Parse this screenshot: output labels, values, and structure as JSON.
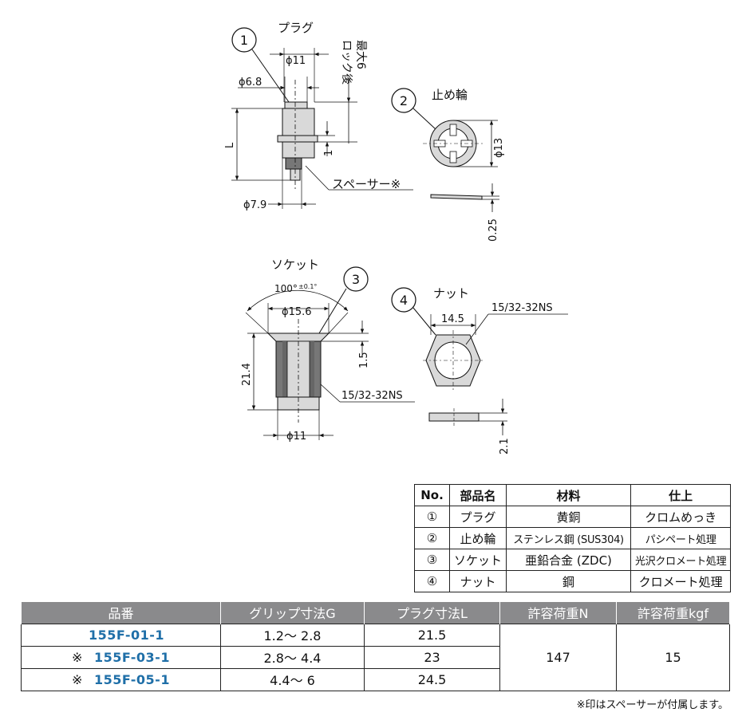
{
  "drawings": {
    "plug": {
      "title": "プラグ",
      "callout": "1",
      "dim_top": "ϕ11",
      "dim_tip": "ϕ6.8",
      "dim_base": "ϕ7.9",
      "dim_length": "L",
      "dim_gap": "1",
      "lock_note_line1": "ロック後",
      "lock_note_line2": "最大6",
      "spacer_label": "スペーサー※"
    },
    "ring": {
      "title": "止め輪",
      "callout": "2",
      "dim_dia": "ϕ13",
      "dim_thick": "0.25"
    },
    "socket": {
      "title": "ソケット",
      "callout": "3",
      "dim_angle": "100°",
      "dim_angle_tol": "±0.1°",
      "dim_head": "ϕ15.6",
      "dim_height": "21.4",
      "dim_head_h": "1.5",
      "dim_body": "ϕ11",
      "thread": "15/32-32NS"
    },
    "nut": {
      "title": "ナット",
      "callout": "4",
      "dim_flats": "14.5",
      "thread": "15/32-32NS",
      "dim_thick": "2.1"
    }
  },
  "parts_table": {
    "headers": [
      "No.",
      "部品名",
      "材料",
      "仕上"
    ],
    "rows": [
      [
        "①",
        "プラグ",
        "黄銅",
        "クロムめっき"
      ],
      [
        "②",
        "止め輪",
        "ステンレス鋼 (SUS304)",
        "パシペート処理"
      ],
      [
        "③",
        "ソケット",
        "亜鉛合金 (ZDC)",
        "光沢クロメート処理"
      ],
      [
        "④",
        "ナット",
        "鋼",
        "クロメート処理"
      ]
    ]
  },
  "spec_table": {
    "headers": [
      "品番",
      "グリップ寸法G",
      "プラグ寸法L",
      "許容荷重N",
      "許容荷重kgf"
    ],
    "rows": [
      {
        "mark": "",
        "part": "155F-01-1",
        "grip": "1.2～ 2.8",
        "plug": "21.5"
      },
      {
        "mark": "※",
        "part": "155F-03-1",
        "grip": "2.8～ 4.4",
        "plug": "23"
      },
      {
        "mark": "※",
        "part": "155F-05-1",
        "grip": "4.4～ 6",
        "plug": "24.5"
      }
    ],
    "load_n": "147",
    "load_kgf": "15"
  },
  "footnote": "※印はスペーサーが付属します。",
  "colors": {
    "part_number": "#1f6fa8",
    "header_bg": "#8a8a8c",
    "part_fill": "#d9d9d9",
    "thread_fill": "#777777"
  }
}
